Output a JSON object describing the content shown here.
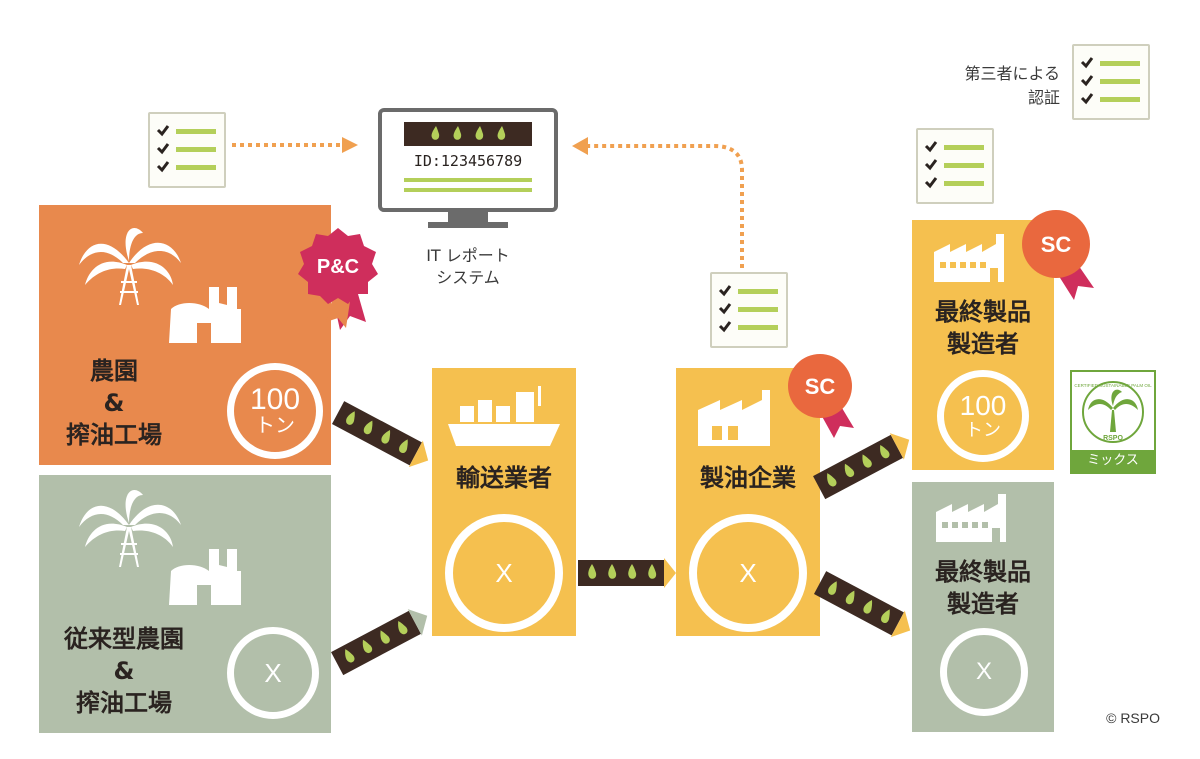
{
  "legend": {
    "line1": "第三者による",
    "line2": "認証"
  },
  "it_system": {
    "id_text": "ID:123456789",
    "label_line1": "IT レポート",
    "label_line2": "システム"
  },
  "farm_certified": {
    "line1": "農園",
    "line2": "&",
    "line3": "搾油工場",
    "ring_line1": "100",
    "ring_line2": "トン",
    "badge": "P&C"
  },
  "farm_conventional": {
    "line1": "従来型農園",
    "line2": "&",
    "line3": "搾油工場",
    "ring": "X"
  },
  "transporter": {
    "label": "輸送業者",
    "ring": "X"
  },
  "refiner": {
    "label": "製油企業",
    "ring": "X",
    "badge": "SC"
  },
  "manufacturer_certified": {
    "line1": "最終製品",
    "line2": "製造者",
    "ring_line1": "100",
    "ring_line2": "トン",
    "badge": "SC"
  },
  "manufacturer_conventional": {
    "line1": "最終製品",
    "line2": "製造者",
    "ring": "X"
  },
  "trademark": {
    "arc_text": "CERTIFIED SUSTAINABLE PALM OIL",
    "brand": "RSPO",
    "label": "ミックス"
  },
  "copyright": "© RSPO",
  "colors": {
    "orange": "#e8894d",
    "gray_green": "#b2bfaa",
    "yellow": "#f5c04f",
    "dotted": "#f0a050",
    "conveyor": "#3d2a22",
    "drop": "#b4cf5a",
    "pc_badge": "#cf2e5c",
    "sc_badge": "#e9683e",
    "ribbon": "#cf2e5c",
    "rspo_green": "#6fa63c"
  }
}
